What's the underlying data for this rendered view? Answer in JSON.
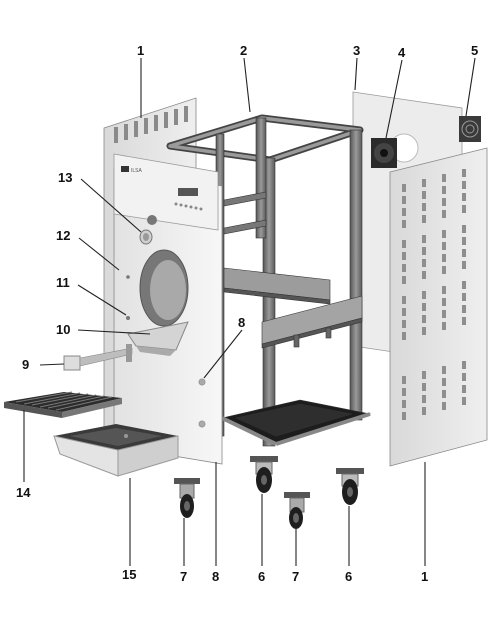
{
  "diagram": {
    "type": "exploded-assembly",
    "panel_brand": "ILSA",
    "callouts": [
      {
        "id": "c1-top",
        "label": "1"
      },
      {
        "id": "c2",
        "label": "2"
      },
      {
        "id": "c3",
        "label": "3"
      },
      {
        "id": "c4",
        "label": "4"
      },
      {
        "id": "c5",
        "label": "5"
      },
      {
        "id": "c13",
        "label": "13"
      },
      {
        "id": "c12",
        "label": "12"
      },
      {
        "id": "c11",
        "label": "11"
      },
      {
        "id": "c10",
        "label": "10"
      },
      {
        "id": "c9",
        "label": "9"
      },
      {
        "id": "c8-mid",
        "label": "8"
      },
      {
        "id": "c14",
        "label": "14"
      },
      {
        "id": "c15",
        "label": "15"
      },
      {
        "id": "c7-left",
        "label": "7"
      },
      {
        "id": "c8-bottom",
        "label": "8"
      },
      {
        "id": "c6-left",
        "label": "6"
      },
      {
        "id": "c7-right",
        "label": "7"
      },
      {
        "id": "c6-right",
        "label": "6"
      },
      {
        "id": "c1-bottom",
        "label": "1"
      }
    ]
  }
}
